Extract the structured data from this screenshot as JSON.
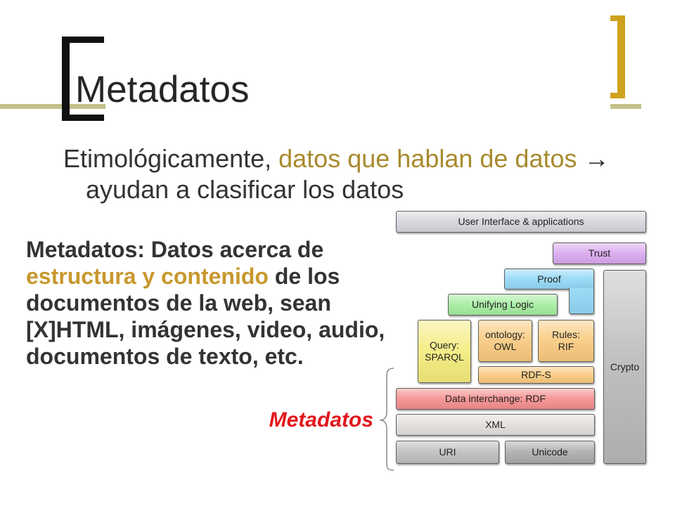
{
  "slide": {
    "title": "Metadatos",
    "intro": {
      "line1_prefix": "Etimológicamente, ",
      "line1_highlight": "datos que hablan de datos",
      "line1_arrow": "→",
      "line2": "ayudan a clasificar los datos"
    },
    "definition": {
      "line1": "Metadatos: Datos acerca de",
      "line2_highlight": "estructura y contenido",
      "line2_rest": " de los",
      "line3": "documentos de la web, sean",
      "line4": "[X]HTML, imágenes, video, audio,",
      "line5": "documentos de texto, etc."
    },
    "brace_label": "Metadatos"
  },
  "diagram": {
    "user_interface": {
      "label": "User Interface & applications",
      "color": "#d6d5dc"
    },
    "trust": {
      "label": "Trust",
      "color": "#d9a7ef"
    },
    "proof": {
      "label": "Proof",
      "color": "#92d8f6"
    },
    "unifying_logic": {
      "label": "Unifying Logic",
      "color": "#a4ec9e"
    },
    "query": {
      "line1": "Query:",
      "line2": "SPARQL",
      "color": "#f4ec7a"
    },
    "ontology": {
      "line1": "ontology:",
      "line2": "OWL",
      "color": "#f9c97c"
    },
    "rules": {
      "line1": "Rules:",
      "line2": "RIF",
      "color": "#f9c97c"
    },
    "rdfs": {
      "label": "RDF-S",
      "color": "#f9c97c"
    },
    "rdf": {
      "label": "Data interchange: RDF",
      "color": "#f58d8d"
    },
    "xml": {
      "label": "XML",
      "color": "#e2dedb"
    },
    "uri": {
      "label": "URI",
      "color": "#bdbdbd"
    },
    "unicode": {
      "label": "Unicode",
      "color": "#ababab"
    },
    "crypto": {
      "label": "Crypto",
      "color": "#b8b8b8"
    }
  },
  "colors": {
    "title": "#262626",
    "text": "#333333",
    "highlight_intro": "#a88a2e",
    "highlight_definition": "#c8982e",
    "brace_label": "#e3161c",
    "brace_line": "#8a8a8a",
    "left_bracket": "#111111",
    "right_bracket": "#cfa21d",
    "rule": "#c4c08b"
  }
}
